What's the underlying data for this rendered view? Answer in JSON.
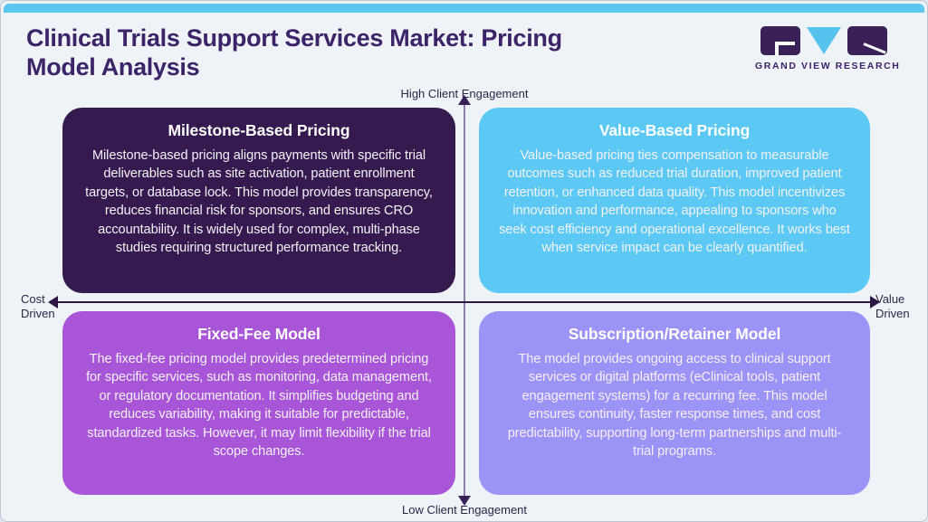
{
  "page": {
    "title": "Clinical Trials Support Services Market: Pricing Model Analysis"
  },
  "logo": {
    "brand": "GRAND VIEW RESEARCH",
    "mark_icons": [
      "g-block-icon",
      "v-triangle-icon",
      "r-block-icon"
    ]
  },
  "axes": {
    "top_label": "High Client Engagement",
    "bottom_label": "Low Client Engagement",
    "left_label": "Cost Driven",
    "right_label": "Value Driven"
  },
  "quadrants": {
    "milestone": {
      "title": "Milestone-Based Pricing",
      "body": "Milestone-based pricing aligns payments with specific trial deliverables such as site activation, patient enrollment targets, or database lock. This model provides transparency, reduces financial risk for sponsors, and ensures CRO accountability. It is widely used for complex, multi-phase studies requiring structured performance tracking.",
      "color": "#341a4e"
    },
    "value_based": {
      "title": "Value-Based Pricing",
      "body": "Value-based pricing ties compensation to measurable outcomes such as reduced trial duration, improved patient retention, or enhanced data quality. This model incentivizes innovation and performance, appealing to sponsors who seek cost efficiency and operational excellence. It works best when service impact can be clearly quantified.",
      "color": "#5bc9f3"
    },
    "fixed_fee": {
      "title": "Fixed-Fee Model",
      "body": "The fixed-fee pricing model provides predetermined pricing for specific services, such as monitoring, data management, or regulatory documentation. It simplifies budgeting and reduces variability, making it suitable for predictable, standardized tasks. However, it may limit flexibility if the trial scope changes.",
      "color": "#a855d7"
    },
    "subscription": {
      "title": "Subscription/Retainer Model",
      "body": "The model provides ongoing access to clinical support services or digital platforms (eClinical tools, patient engagement systems) for a recurring fee. This model ensures continuity, faster response times, and cost predictability, supporting long-term partnerships and multi-trial programs.",
      "color": "#9b93f5"
    }
  },
  "colors": {
    "background": "#eef3f8",
    "top_bar": "#5cc7ef",
    "title_text": "#3d2368",
    "axis_dark": "#2e1644",
    "axis_vertical": "#8a82a4",
    "quad_text": "#ffffff"
  }
}
